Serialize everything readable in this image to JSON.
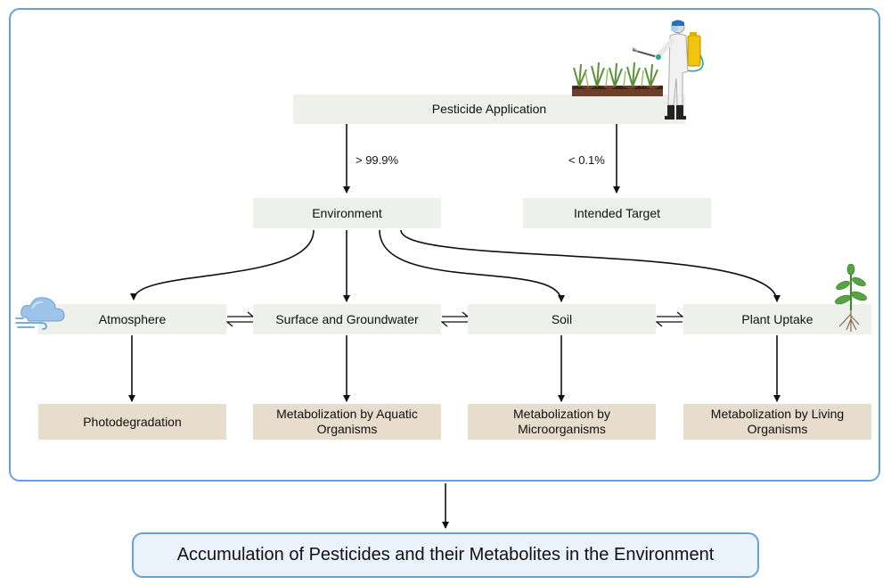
{
  "nodes": {
    "pesticide_application": "Pesticide Application",
    "environment": "Environment",
    "intended_target": "Intended Target",
    "atmosphere": "Atmosphere",
    "surface_groundwater": "Surface and Groundwater",
    "soil": "Soil",
    "plant_uptake": "Plant Uptake",
    "photodegradation": "Photodegradation",
    "metab_aquatic": "Metabolization by Aquatic Organisms",
    "metab_micro": "Metabolization by Microorganisms",
    "metab_living": "Metabolization by Living Organisms",
    "accumulation": "Accumulation of Pesticides and their Metabolites in the Environment"
  },
  "edges": {
    "to_environment_pct": "> 99.9%",
    "to_target_pct": "< 0.1%"
  },
  "icons": [
    "sprayer-person-icon",
    "crops-soil-icon",
    "cloud-wind-icon",
    "plant-roots-icon"
  ],
  "colors": {
    "frame_border": "#6aa0d8",
    "grey_box": "#eef0ec",
    "tan_box": "#e8dccc",
    "final_fill": "#eaf2fb"
  }
}
